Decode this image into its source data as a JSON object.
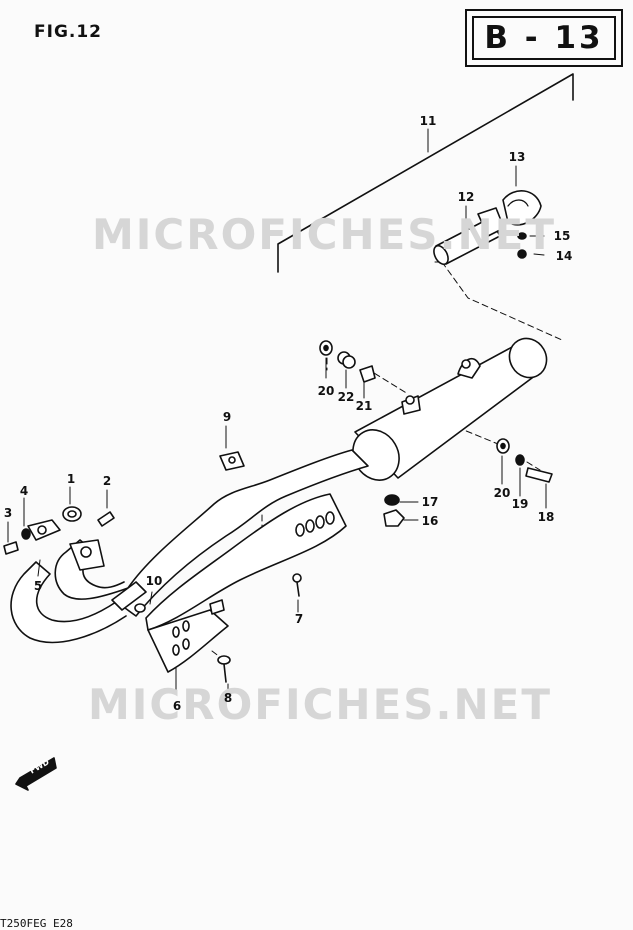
{
  "figure": {
    "title": "FIG.12",
    "page_code": "B - 13",
    "footer_code": "T250FEG E28"
  },
  "watermarks": [
    "MICROFICHES.NET",
    "MICROFICHES.NET"
  ],
  "direction_marker": {
    "label": "FWD"
  },
  "callouts": [
    "1",
    "2",
    "3",
    "4",
    "5",
    "6",
    "7",
    "8",
    "9",
    "10",
    "11",
    "12",
    "13",
    "14",
    "15",
    "16",
    "17",
    "18",
    "19",
    "20",
    "20",
    "21",
    "22"
  ],
  "colors": {
    "ink": "#111111",
    "paper": "#fbfbfb",
    "watermark": "#d6d6d6"
  }
}
